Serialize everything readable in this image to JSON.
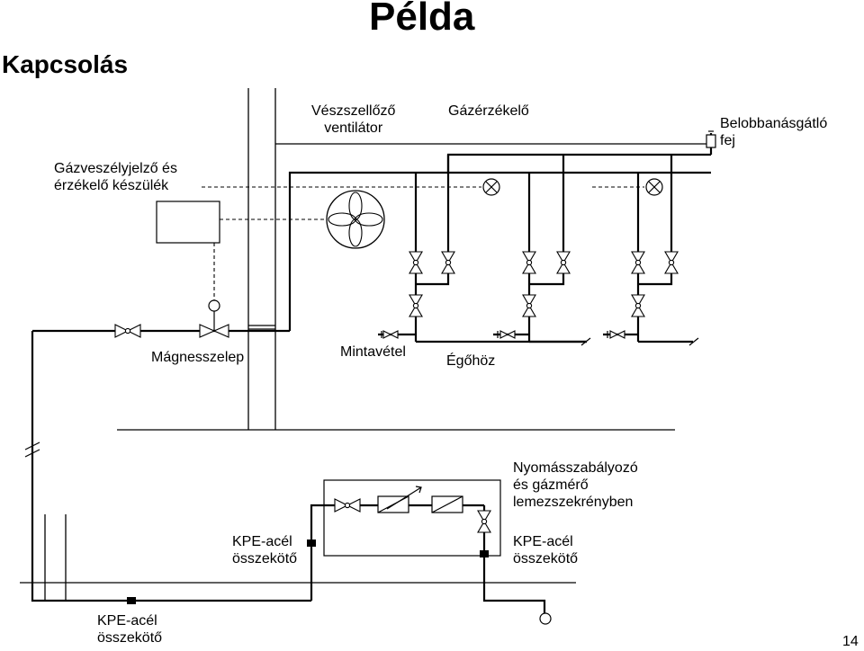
{
  "title": "Példa",
  "subtitle": "Kapcsolás",
  "page_number": "14",
  "labels": {
    "detector": "Gázveszélyjelző és\nérzékelő készülék",
    "fan": "Vészszellőző\nventilátor",
    "gas_sensor": "Gázérzékelő",
    "flame_arrester": "Belobbanásgátló\nfej",
    "solenoid": "Mágnesszelep",
    "sampling": "Mintavétel",
    "burner": "Égőhöz",
    "regulator": "Nyomásszabályozó\nés gázmérő\nlemezszekrényben",
    "kpe_left": "KPE-acél\nösszekötő",
    "kpe_right": "KPE-acél\nösszekötő",
    "kpe_bottom": "KPE-acél\nösszekötő"
  },
  "colors": {
    "line": "#000000",
    "background": "#ffffff"
  }
}
